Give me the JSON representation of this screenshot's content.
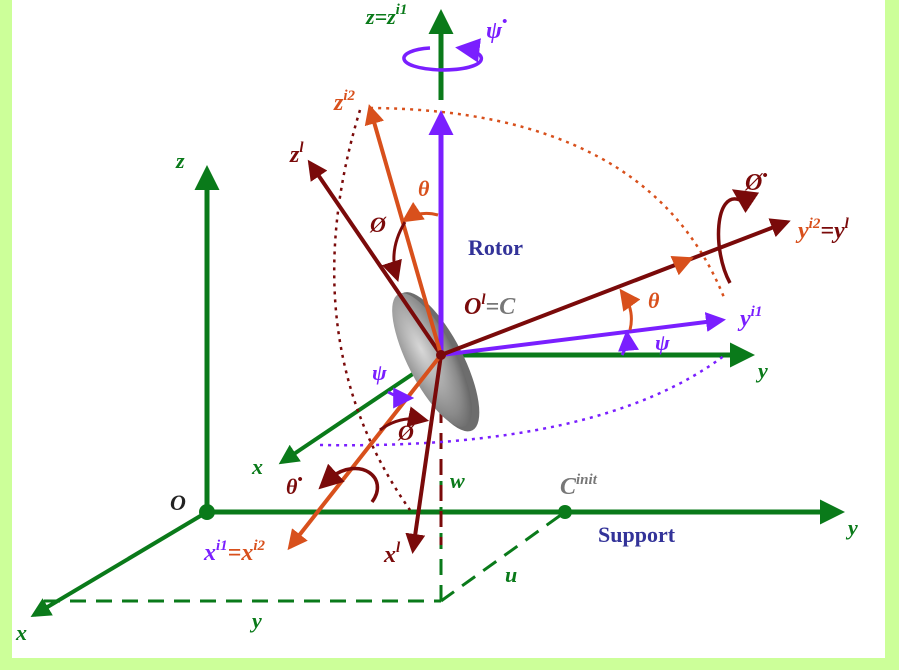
{
  "colors": {
    "background": "#ccff99",
    "green": "#0a7a1a",
    "purple": "#7a1fff",
    "dark_red": "#7a0a0a",
    "orange": "#d8501c",
    "navy": "#333399",
    "gray": "#808080"
  },
  "labels": {
    "origin": "O",
    "support": "Support",
    "rotor": "Rotor",
    "ground_x": "x",
    "ground_y": "y",
    "ground_z": "z",
    "dist_y": "y",
    "dist_u": "u",
    "dist_w": "w",
    "c_init_base": "C",
    "c_init_sup": "init",
    "frame_z_base": "z",
    "frame_z_eq": "=z",
    "frame_z_sup": "i1",
    "psi_dot": "ψ",
    "psi_dot_mark": "•",
    "zi2_base": "z",
    "zi2_sup": "i2",
    "zl_base": "z",
    "zl_sup": "l",
    "theta_top": "θ",
    "phi_top": "Ø",
    "phi_dot": "Ø",
    "phi_dot_mark": "•",
    "yi2_base": "y",
    "yi2_sup": "i2",
    "yi2_eq": "=y",
    "yl_sup": "l",
    "ol_base": "O",
    "ol_sup": "l",
    "ol_eq": "=C",
    "theta_right": "θ",
    "yi1_base": "y",
    "yi1_sup": "i1",
    "psi_right": "ψ",
    "y_local": "y",
    "psi_left": "ψ",
    "x_local": "x",
    "phi_lower": "Ø",
    "theta_dot": "θ",
    "theta_dot_mark": "•",
    "xi1_base": "x",
    "xi1_sup": "i1",
    "xi1_eq": "=x",
    "xi2_sup": "i2",
    "xl_base": "x",
    "xl_sup": "l"
  }
}
